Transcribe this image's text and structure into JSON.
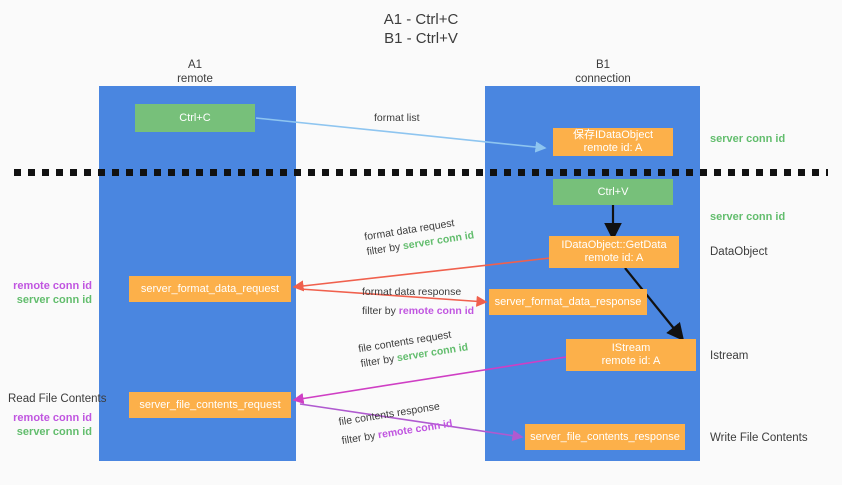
{
  "title": {
    "line1": "A1 - Ctrl+C",
    "line2": "B1 - Ctrl+V"
  },
  "columns": [
    {
      "name": "A1",
      "sub": "remote"
    },
    {
      "name": "B1",
      "sub": "connection"
    }
  ],
  "nodes": {
    "ctrl_c": {
      "label": "Ctrl+C"
    },
    "save_dataobject": {
      "line1": "保存IDataObject",
      "line2": "remote id: A"
    },
    "ctrl_v": {
      "label": "Ctrl+V"
    },
    "getdata": {
      "line1": "IDataObject::GetData",
      "line2": "remote id: A"
    },
    "istream": {
      "line1": "IStream",
      "line2": "remote id: A"
    },
    "server_format_data_request": {
      "label": "server_format_data_request"
    },
    "server_format_data_response": {
      "label": "server_format_data_response"
    },
    "server_file_contents_request": {
      "label": "server_file_contents_request"
    },
    "server_file_contents_response": {
      "label": "server_file_contents_response"
    }
  },
  "right_labels": {
    "server_conn_id_1": "server conn id",
    "server_conn_id_2": "server conn id",
    "dataobject": "DataObject",
    "istream": "Istream",
    "write_file_contents": "Write File Contents"
  },
  "left_labels": {
    "read_file_contents": "Read File Contents",
    "remote_conn_id_1": "remote conn id",
    "server_conn_id_1": "server conn id",
    "remote_conn_id_2": "remote conn id",
    "server_conn_id_2": "server conn id"
  },
  "edges": {
    "format_list": {
      "text": "format list"
    },
    "format_data_request": {
      "text": "format data request",
      "filter_prefix": "filter by ",
      "filter_key": "server conn id"
    },
    "format_data_response": {
      "text": "format data response",
      "filter_prefix": "filter by ",
      "filter_key": "remote conn id"
    },
    "file_contents_request": {
      "text": "file contents request",
      "filter_prefix": "filter by ",
      "filter_key": "server conn id"
    },
    "file_contents_response": {
      "text": "file contents response",
      "filter_prefix": "filter by ",
      "filter_key": "remote conn id"
    }
  },
  "colors": {
    "lane": "#4a86e0",
    "green_node": "#77c07a",
    "orange_node": "#fcb04a",
    "server_conn": "#62bd6d",
    "remote_conn": "#c055e0",
    "wire_blue": "#8ec5f0",
    "wire_red": "#f0604d",
    "wire_magenta": "#cf3fc4",
    "wire_purple": "#b05ad0",
    "wire_black": "#111111"
  }
}
